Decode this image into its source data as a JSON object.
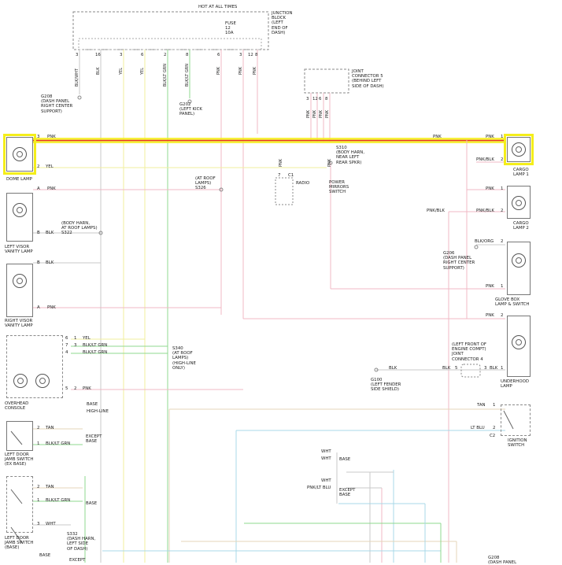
{
  "title": "HOT AT ALL TIMES",
  "junction_block": {
    "label": "JUNCTION\nBLOCK\n(LEFT\nEND OF\nDASH)",
    "fuse": "FUSE\n12\n10A"
  },
  "top_wires": {
    "pins": [
      "3",
      "16",
      "3",
      "6",
      "2",
      "8",
      "6",
      "3",
      "12",
      "8"
    ],
    "colors": [
      "BLK/WHT",
      "BLK",
      "YEL",
      "YEL",
      "BLK/LT GRN",
      "BLK/LT GRN",
      "PNK",
      "PNK",
      "PNK"
    ]
  },
  "grounds": {
    "g208_top": "G208\n(DASH PANEL\nRIGHT CENTER\nSUPPORT)",
    "g202": "G202\n(LEFT KICK\nPANEL)",
    "g206": "G206\n(DASH PANEL\nRIGHT CENTER\nSUPPORT)",
    "g100": "G100\n(LEFT FENDER\nSIDE SHIELD)",
    "g208_bottom": "G208\n(DASH PANEL"
  },
  "joint_connector_5": {
    "label": "JOINT\nCONNECTOR 5\n(BEHIND LEFT\nSIDE OF DASH)",
    "pins": [
      "3",
      "12",
      "6",
      "8"
    ],
    "color": "PNK"
  },
  "splices": {
    "s310": "S310\n(BODY HARN,\nNEAR LEFT\nREAR SPKR)",
    "s326": "(AT ROOF\nLAMPS)\nS326",
    "s322": "(BODY HARN,\nAT ROOF LAMPS)\nS322",
    "s340": "S340\n(AT ROOF\nLAMPS)\n(HIGH-LINE\nONLY)",
    "s332": "S332\n(DASH HARN,\nLEFT SIDE\nOF DASH)"
  },
  "components": {
    "dome_lamp": "DOME LAMP",
    "radio": "RADIO",
    "radio_pins": {
      "pin": "7",
      "conn": "C1",
      "wire": "PNK"
    },
    "power_mirrors_switch": "POWER\nMIRRORS\nSWITCH",
    "cargo_lamp_1": "CARGO\nLAMP 1",
    "cargo_lamp_2": "CARGO\nLAMP 2",
    "left_visor": "LEFT VISOR\nVANITY LAMP",
    "right_visor": "RIGHT VISOR\nVANITY LAMP",
    "glove_box": "GLOVE BOX\nLAMP & SWITCH",
    "underhood": "UNDERHOOD\nLAMP",
    "joint_connector_4": "(LEFT FRONT OF\nENGINE COMPT)\nJOINT\nCONNECTOR 4",
    "overhead_console": "OVERHEAD\nCONSOLE",
    "ignition_switch": "IGNITION\nSWITCH",
    "left_door_jamb_ex": "LEFT DOOR\nJAMB SWITCH\n(EX BASE)",
    "left_door_jamb_base": "LEFT DOOR\nJAMB SWITCH\n(BASE)"
  },
  "wire_labels": {
    "pnk": "PNK",
    "yel": "YEL",
    "blk": "BLK",
    "blk_ltgrn": "BLK/LT GRN",
    "pnk_blk": "PNK/BLK",
    "blk_org": "BLK/ORG",
    "tan": "TAN",
    "lt_blu": "LT BLU",
    "wht": "WHT",
    "pnk_lt_blu": "PNK/LT BLU"
  },
  "options": {
    "base": "BASE",
    "except_base": "EXCEPT\nBASE",
    "high_line": "HIGH-LINE",
    "except": "EXCEPT"
  },
  "pins": {
    "p1": "1",
    "p2": "2",
    "p3": "3",
    "p4": "4",
    "p5": "5",
    "p6": "6",
    "p7": "7",
    "pA": "A",
    "pB": "B",
    "c2": "C2"
  },
  "colors": {
    "highlight_wire": "#e8342a",
    "highlight_glow": "#f4ee1a",
    "pnk_wire": "#f0b8c4",
    "yel_wire": "#f2ef9e",
    "grn_wire": "#8fd98f",
    "tan_wire": "#e6d6b8",
    "blu_wire": "#a8d8e8",
    "wht_wire": "#c8c8c8"
  }
}
